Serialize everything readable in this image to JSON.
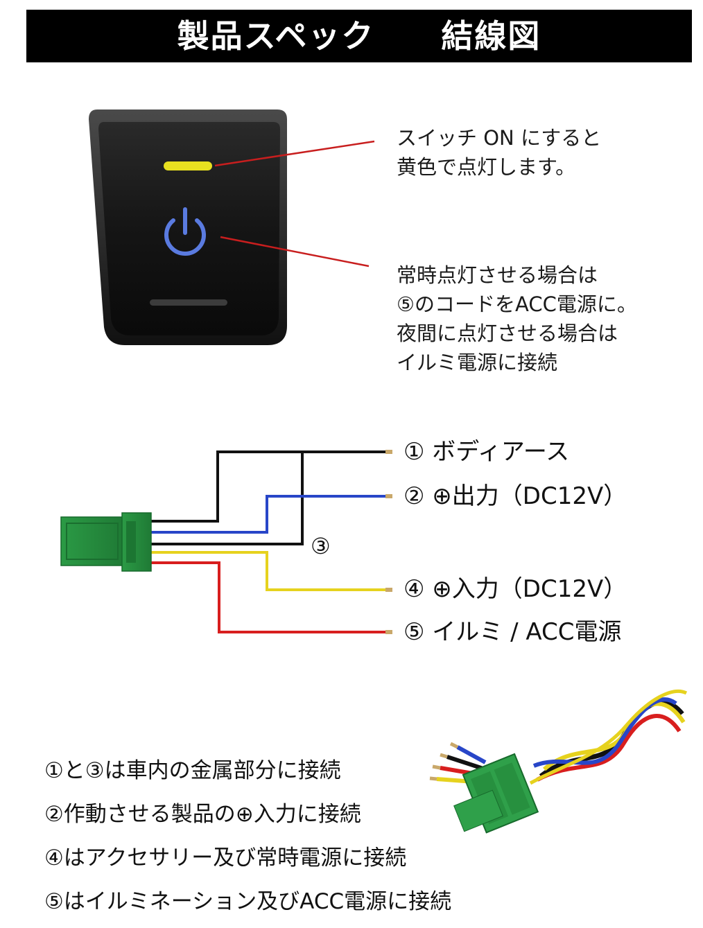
{
  "header": {
    "title": "製品スペック　　結線図"
  },
  "switch_notes": {
    "led_note": [
      "スイッチ ON にすると",
      "黄色で点灯します。"
    ],
    "power_note": [
      "常時点灯させる場合は",
      "⑤のコードをACC電源に。",
      "夜間に点灯させる場合は",
      "イルミ電源に接続"
    ]
  },
  "wiring": {
    "junction_label": "③",
    "wires": [
      {
        "label": "① ボディアース",
        "color": "#111111"
      },
      {
        "label": "② ⊕出力（DC12V）",
        "color": "#2846c8"
      },
      {
        "label": "④ ⊕入力（DC12V）",
        "color": "#e6d21e"
      },
      {
        "label": "⑤ イルミ / ACC電源",
        "color": "#d81e1e"
      }
    ]
  },
  "instructions": [
    "①と③は車内の金属部分に接続",
    "②作動させる製品の⊕入力に接続",
    "④はアクセサリー及び常時電源に接続",
    "⑤はイルミネーション及びACC電源に接続"
  ],
  "colors": {
    "led": "#e8e020",
    "power_icon": "#5a7be0",
    "connector": "#2fa04a",
    "pointer": "#c81e1e"
  }
}
